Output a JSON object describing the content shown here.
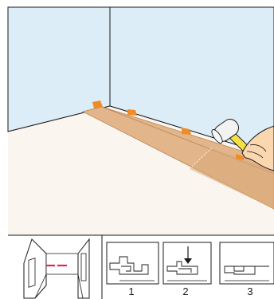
{
  "colors": {
    "wall": "#dcedf7",
    "floor": "#faf6ef",
    "plank": "#e2b68a",
    "plank_edge": "#b88456",
    "spacer": "#f08c28",
    "hammer_head": "#f2f2f2",
    "hammer_handle": "#f4e040",
    "hand": "#fbd7b0",
    "line": "#1a1a1a",
    "marker": "#e0284e"
  },
  "icons": {
    "hammer": "rubber-mallet-icon",
    "hand": "hand-icon",
    "room": "room-overview-icon",
    "joint": "plank-joint-icon"
  },
  "steps": [
    "1",
    "2",
    "3"
  ]
}
